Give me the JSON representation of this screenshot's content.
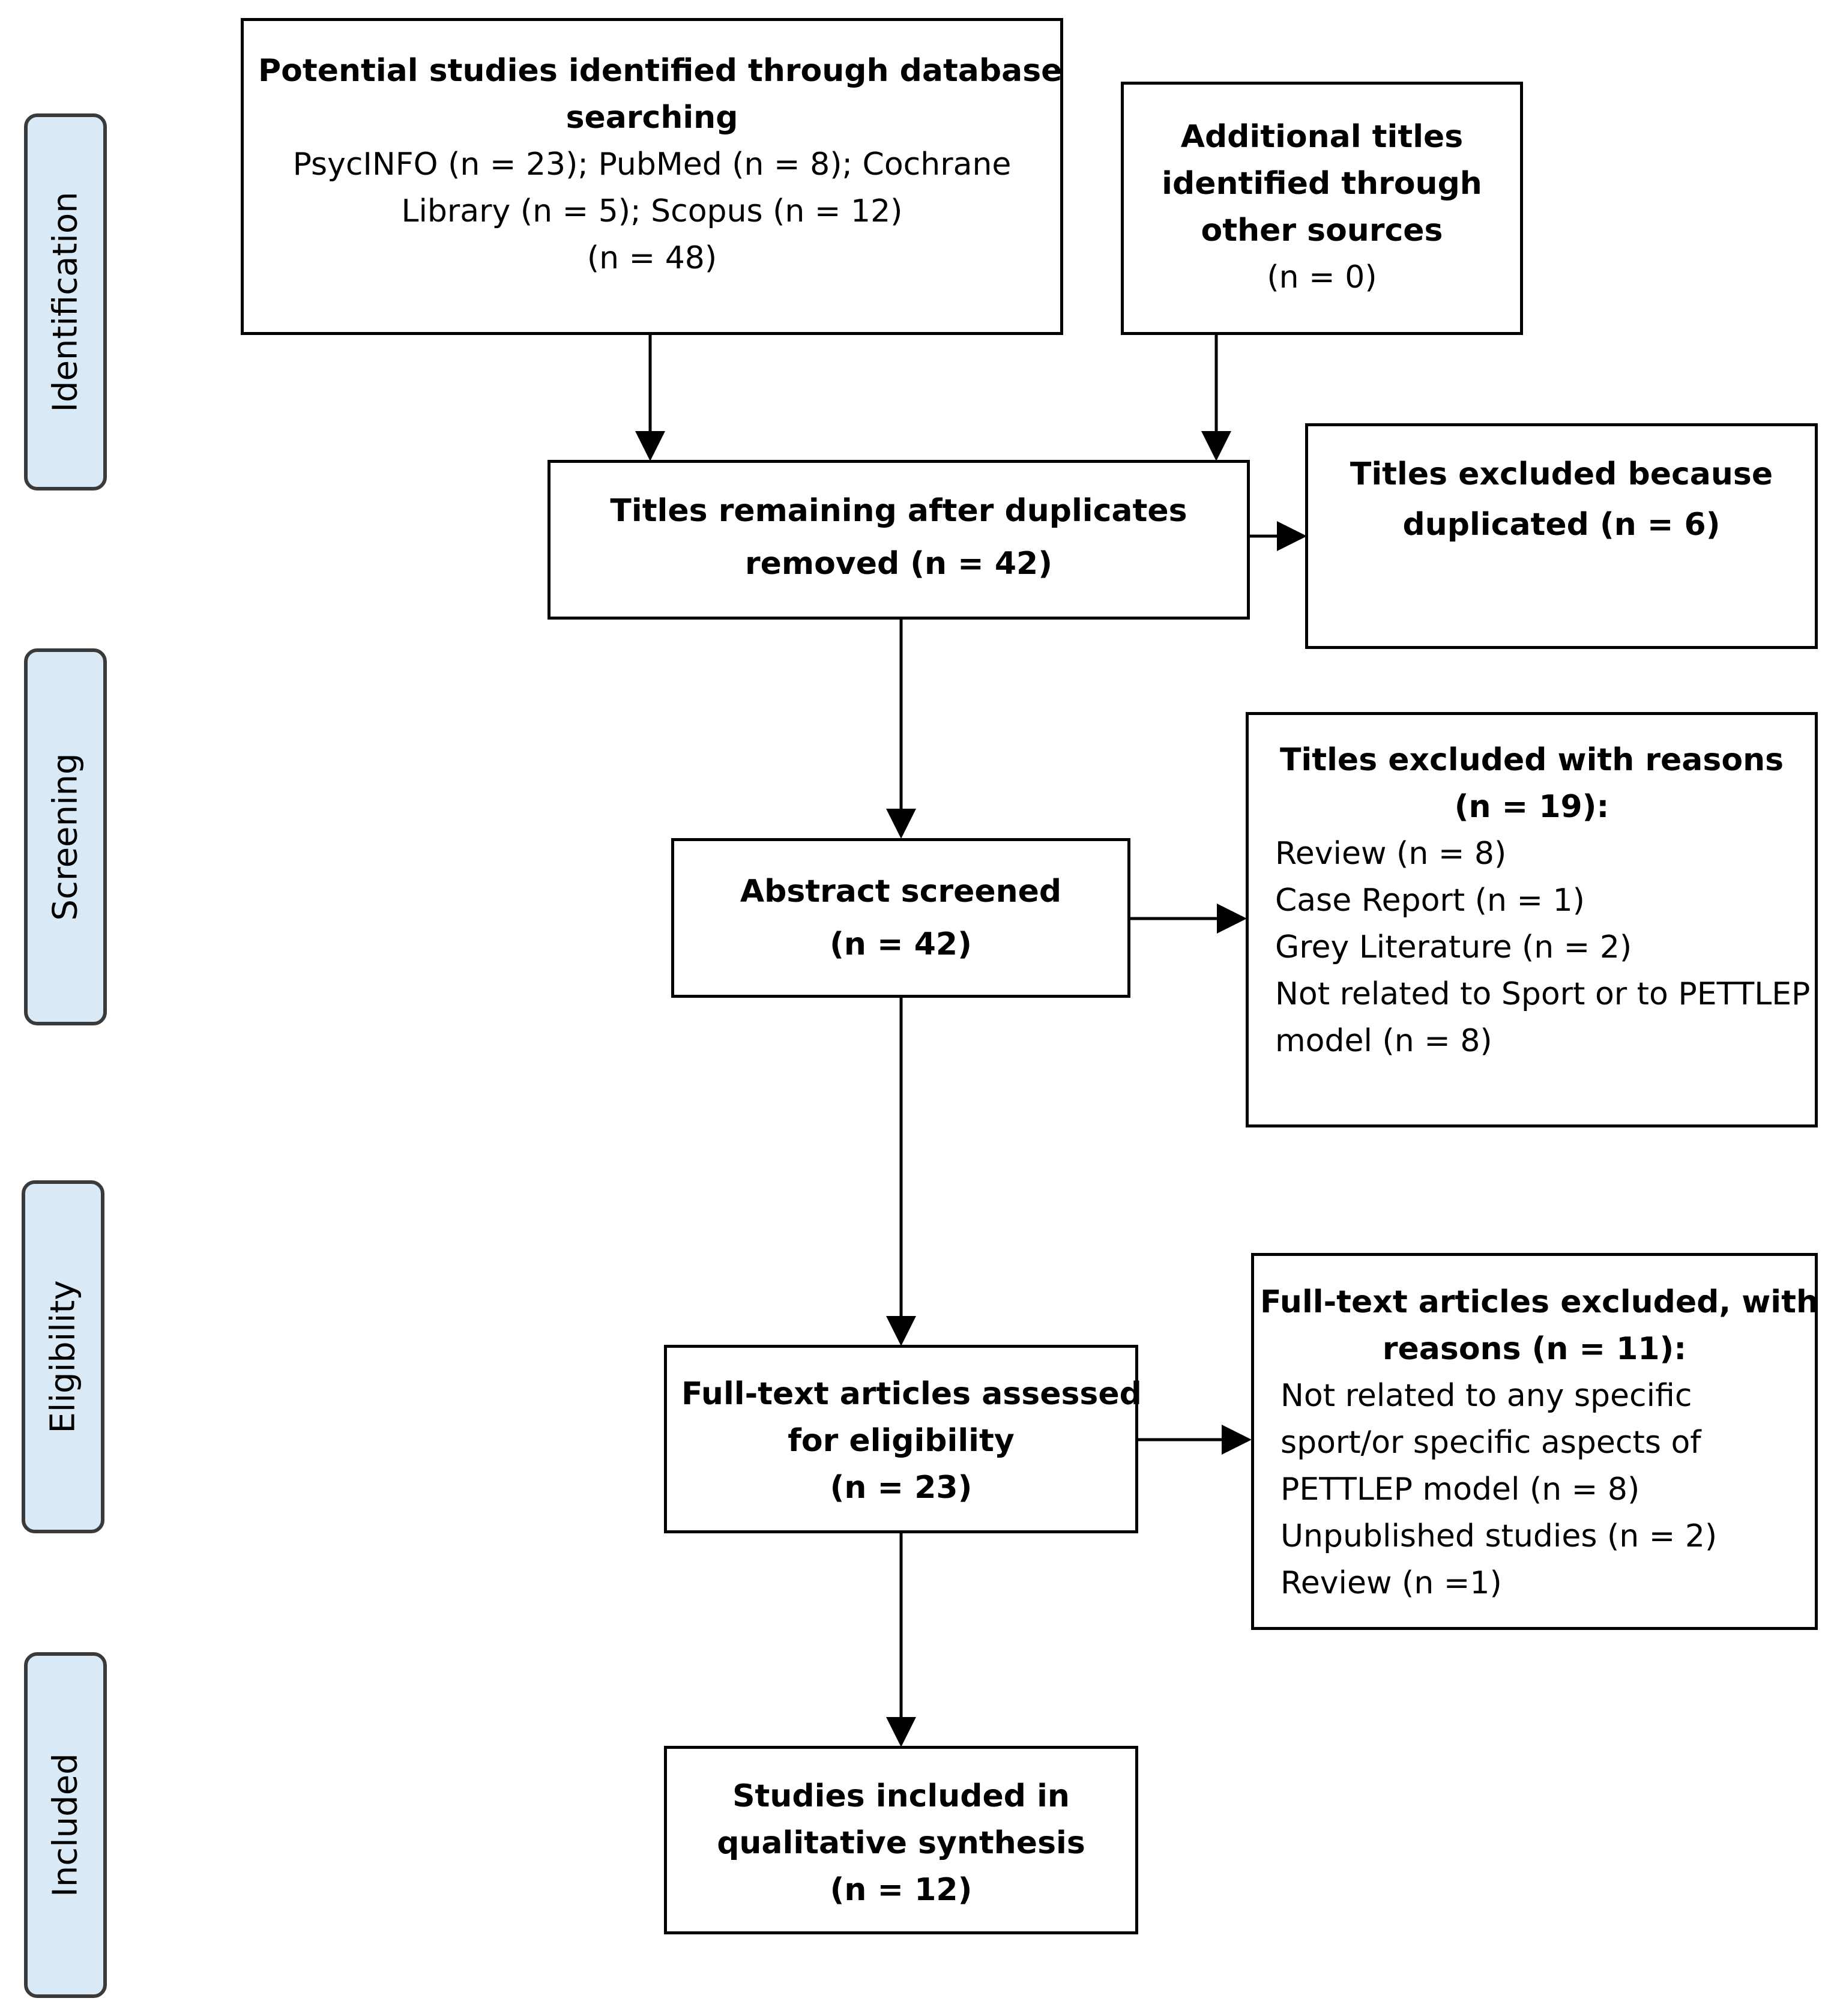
{
  "stages": [
    {
      "key": "identification",
      "label": "Identification"
    },
    {
      "key": "screening",
      "label": "Screening"
    },
    {
      "key": "eligibility",
      "label": "Eligibility"
    },
    {
      "key": "included",
      "label": "Included"
    }
  ],
  "boxes": {
    "database_search": {
      "title_line1": "Potential studies identified through database",
      "title_line2": "searching",
      "sources_line1": "PsycINFO (n = 23); PubMed (n = 8); Cochrane",
      "sources_line2": "Library (n = 5); Scopus (n = 12)",
      "count": "(n = 48)"
    },
    "other_sources": {
      "line1": "Additional titles",
      "line2": "identified through",
      "line3": "other sources",
      "count": "(n = 0)"
    },
    "after_duplicates": {
      "line1": "Titles remaining after duplicates",
      "line2": "removed (n = 42)"
    },
    "duplicates_excluded": {
      "line1": "Titles excluded because",
      "line2": "duplicated (n = 6)"
    },
    "abstract_screened": {
      "line1": "Abstract screened",
      "count": "(n = 42)"
    },
    "titles_excluded": {
      "line1": "Titles excluded with reasons",
      "line2": "(n = 19):",
      "reasons": [
        "Review (n = 8)",
        "Case Report (n = 1)",
        "Grey Literature (n = 2)",
        "Not related to Sport or to PETTLEP",
        "model (n = 8)"
      ]
    },
    "full_text_assessed": {
      "line1": "Full-text articles assessed",
      "line2": "for eligibility",
      "count": "(n = 23)"
    },
    "full_text_excluded": {
      "line1": "Full-text articles excluded, with",
      "line2": "reasons (n = 11):",
      "reasons": [
        "Not related to any specific",
        "sport/or specific aspects of",
        "PETTLEP model (n = 8)",
        "Unpublished studies (n = 2)",
        "Review (n =1)"
      ]
    },
    "included": {
      "line1": "Studies included in",
      "line2": "qualitative synthesis",
      "count": "(n = 12)"
    }
  }
}
